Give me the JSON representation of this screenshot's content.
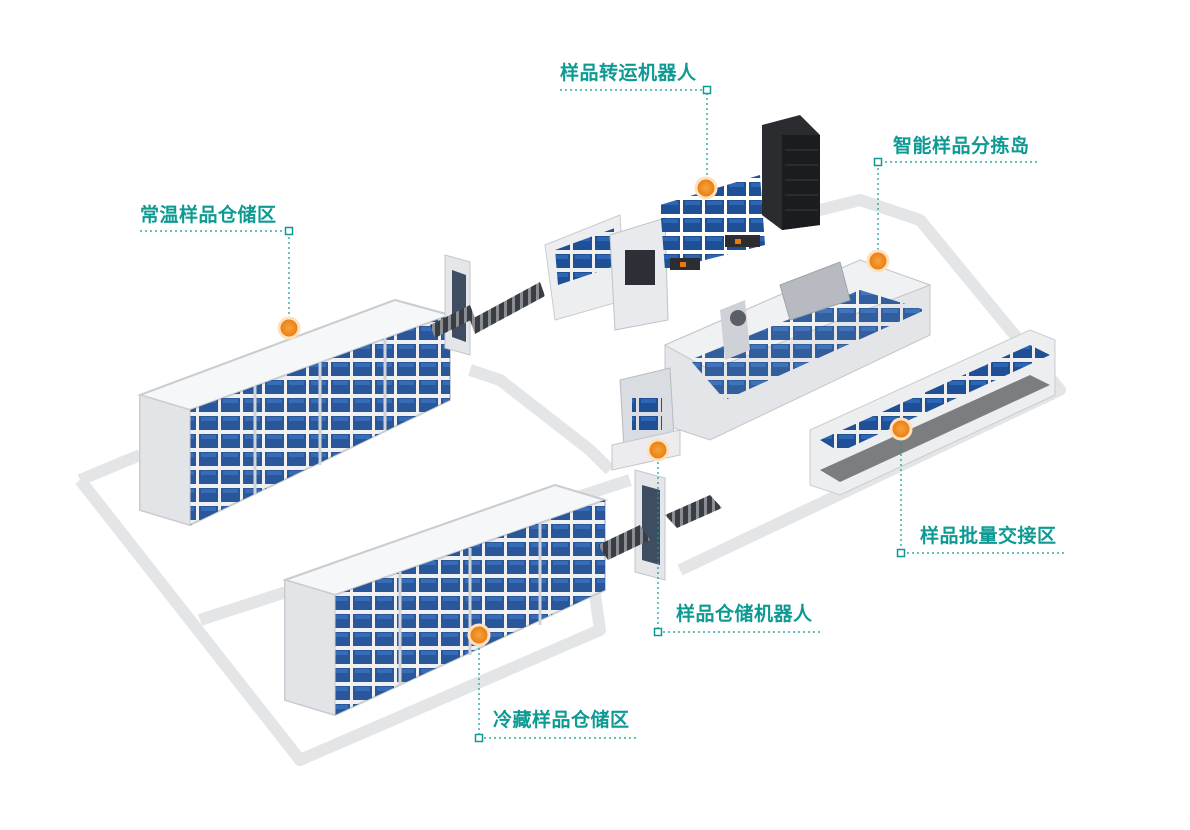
{
  "labels": {
    "transport_robot": "样品转运机器人",
    "sorting_island": "智能样品分拣岛",
    "room_temp_storage": "常温样品仓储区",
    "batch_handover": "样品批量交接区",
    "storage_robot": "样品仓储机器人",
    "cold_storage": "冷藏样品仓储区"
  },
  "colors": {
    "accent": "#0e9a93",
    "marker": "#f28b1c",
    "bin": "#1f4f95",
    "frame": "#d9dce0",
    "floor_line": "#e6e7e9"
  }
}
